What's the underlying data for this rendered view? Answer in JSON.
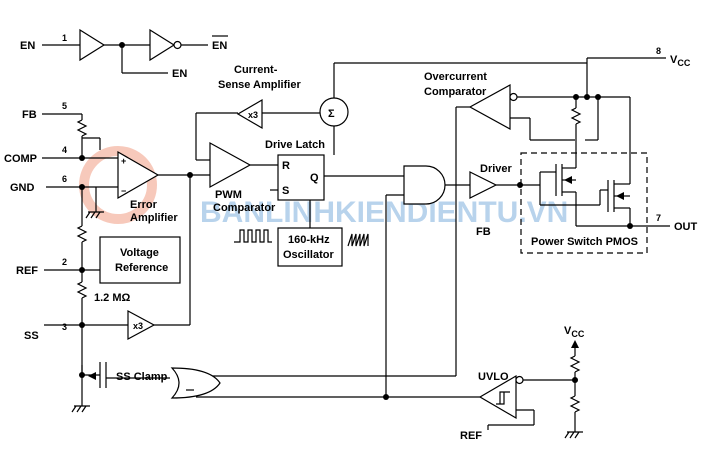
{
  "pins": {
    "en": "EN",
    "en_num": "1",
    "en_bar": "EN",
    "en_out": "EN",
    "fb": "FB",
    "fb_num": "5",
    "comp": "COMP",
    "comp_num": "4",
    "gnd": "GND",
    "gnd_num": "6",
    "ref": "REF",
    "ref_num": "2",
    "ss": "SS",
    "ss_num": "3",
    "vcc_num": "8",
    "out": "OUT",
    "out_num": "7"
  },
  "blocks": {
    "current_sense_1": "Current-",
    "current_sense_2": "Sense Amplifier",
    "x3_top": "x3",
    "sigma": "Σ",
    "drive_latch": "Drive Latch",
    "latch_r": "R",
    "latch_s": "S",
    "latch_q": "Q",
    "pwm_1": "PWM",
    "pwm_2": "Comparator",
    "error_1": "Error",
    "error_2": "Amplifier",
    "plus": "+",
    "minus": "−",
    "vref_1": "Voltage",
    "vref_2": "Reference",
    "osc_1": "160-kHz",
    "osc_2": "Oscillator",
    "overcurrent_1": "Overcurrent",
    "overcurrent_2": "Comparator",
    "driver": "Driver",
    "fb_label": "FB",
    "power_switch": "Power Switch PMOS",
    "resistor": "1.2 MΩ",
    "x3_bottom": "x3",
    "ss_clamp": "SS Clamp",
    "uvlo": "UVLO",
    "ref_bottom": "REF",
    "vcc_top": "V",
    "vcc_top_sub": "CC",
    "vcc_bottom": "V",
    "vcc_bottom_sub": "CC"
  },
  "watermark": "BANLINHKIENDIENTU.VN"
}
